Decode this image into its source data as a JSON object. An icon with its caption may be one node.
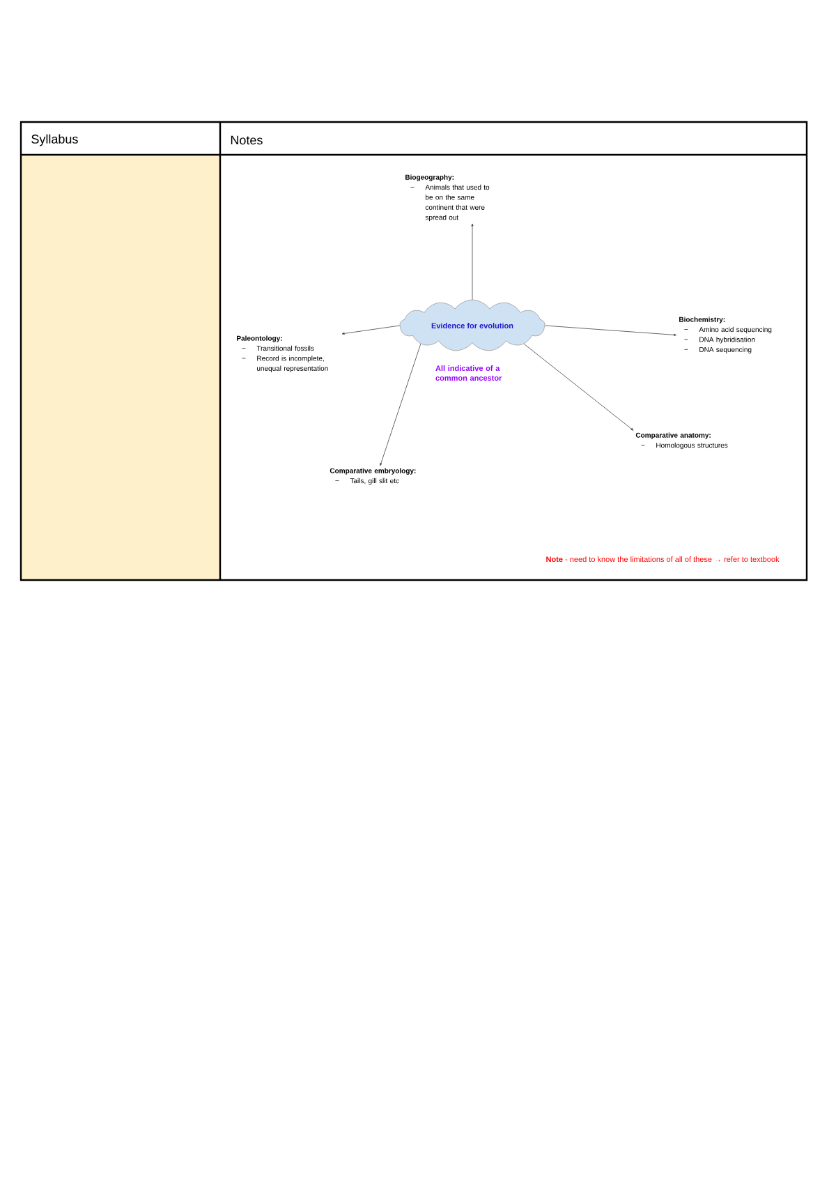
{
  "diagram": {
    "nodes": [
      {
        "text": [
          "Evidence for evolution"
        ]
      },
      {
        "text": [
          "Biogeography:",
          "Animals that used to be on the same continent that were spread out"
        ]
      },
      {
        "text": [
          "Paleontology:",
          "Transitional fossils",
          "Record is incomplete, unequal representation"
        ]
      },
      {
        "text": [
          "Biochemistry:",
          "Amino acid sequencing",
          "DNA hybridisation",
          "DNA sequencing"
        ]
      },
      {
        "text": [
          "Comparative anatomy:",
          "Homologous structures"
        ]
      },
      {
        "text": [
          "Comparative embryology:",
          "Tails, gill slit etc"
        ]
      }
    ],
    "edges": [
      {
        "from": 0,
        "to": 1,
        "arrow": "to"
      },
      {
        "from": 0,
        "to": 2,
        "arrow": "to"
      },
      {
        "from": 0,
        "to": 3,
        "arrow": "to"
      },
      {
        "from": 0,
        "to": 4,
        "arrow": "to"
      },
      {
        "from": 0,
        "to": 5,
        "arrow": "to"
      }
    ],
    "labels": [
      "Syllabus",
      "Notes",
      "All indicative of a common ancestor",
      "**Note** - need to know the limitations of all of these → refer to textbook"
    ]
  }
}
